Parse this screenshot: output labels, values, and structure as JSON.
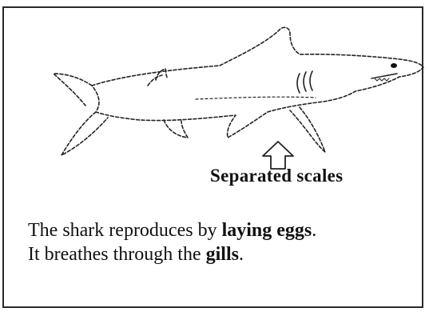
{
  "figure": {
    "label": "Separated scales",
    "sentence1": {
      "prefix": "The shark reproduces by ",
      "bold": "laying eggs",
      "suffix": "."
    },
    "sentence2": {
      "prefix": "It breathes through the ",
      "bold": "gills",
      "suffix": "."
    }
  }
}
